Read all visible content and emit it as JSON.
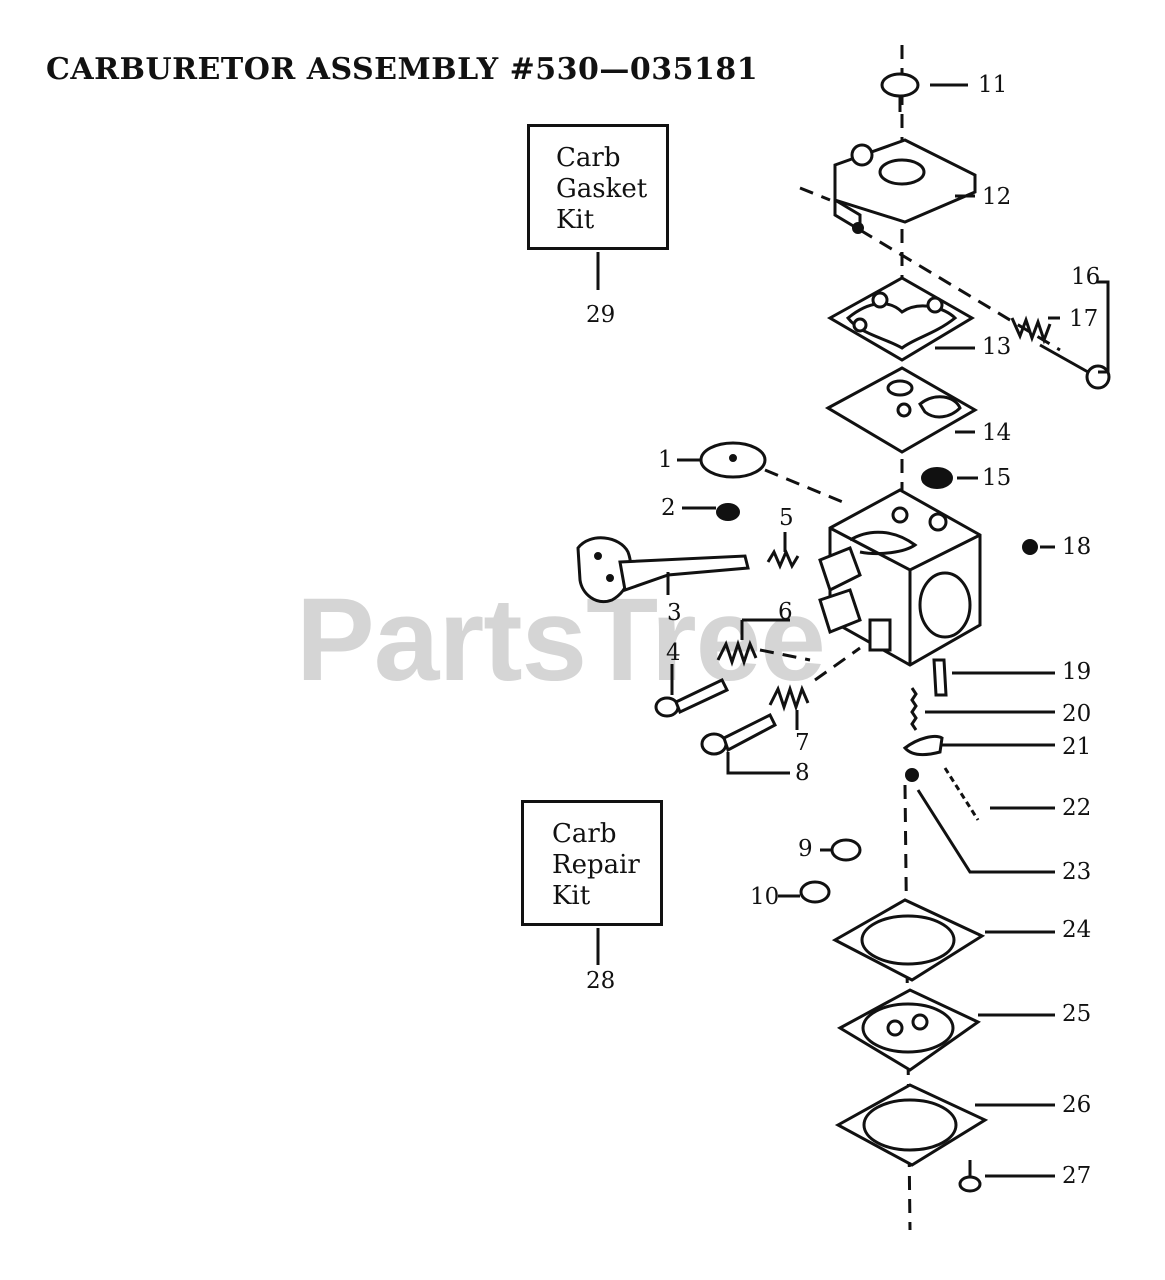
{
  "title": "CARBURETOR ASSEMBLY #530—035181",
  "watermark": "PartsTree",
  "kits": {
    "gasket": {
      "lines": [
        "Carb",
        "Gasket",
        "Kit"
      ],
      "number": "29"
    },
    "repair": {
      "lines": [
        "Carb",
        "Repair",
        "Kit"
      ],
      "number": "28"
    }
  },
  "callouts": {
    "n1": "1",
    "n2": "2",
    "n3": "3",
    "n4": "4",
    "n5": "5",
    "n6": "6",
    "n7": "7",
    "n8": "8",
    "n9": "9",
    "n10": "10",
    "n11": "11",
    "n12": "12",
    "n13": "13",
    "n14": "14",
    "n15": "15",
    "n16": "16",
    "n17": "17",
    "n18": "18",
    "n19": "19",
    "n20": "20",
    "n21": "21",
    "n22": "22",
    "n23": "23",
    "n24": "24",
    "n25": "25",
    "n26": "26",
    "n27": "27"
  }
}
